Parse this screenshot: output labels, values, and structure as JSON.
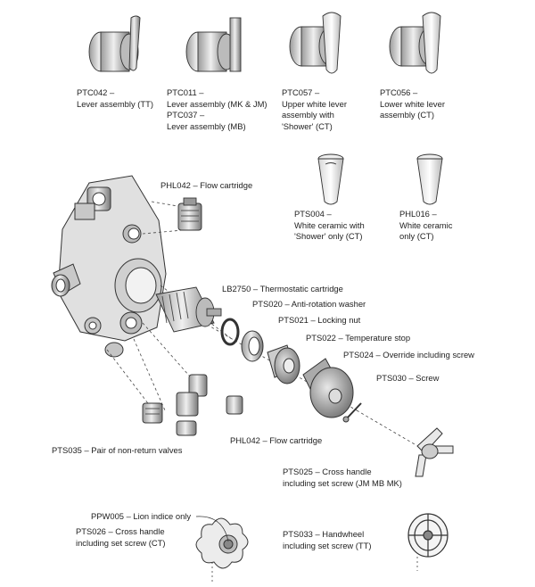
{
  "labels": {
    "ptc042": "PTC042 –\nLever assembly (TT)",
    "ptc011": "PTC011 –\nLever assembly (MK & JM)\nPTC037 –\nLever assembly (MB)",
    "ptc057": "PTC057 –\nUpper white lever\nassembly with\n'Shower' (CT)",
    "ptc056": "PTC056 –\nLower white lever\nassembly (CT)",
    "phl042_top": "PHL042 – Flow cartridge",
    "pts004": "PTS004 –\nWhite ceramic with\n'Shower' only (CT)",
    "phl016": "PHL016 –\nWhite ceramic\nonly (CT)",
    "lb2750": "LB2750 – Thermostatic cartridge",
    "pts020": "PTS020 – Anti-rotation washer",
    "pts021": "PTS021 – Locking nut",
    "pts022": "PTS022 – Temperature stop",
    "pts024": "PTS024 – Override including screw",
    "pts030": "PTS030 – Screw",
    "phl042_bottom": "PHL042 – Flow cartridge",
    "pts035": "PTS035 – Pair of non-return valves",
    "pts025": "PTS025 – Cross handle\nincluding set screw (JM MB MK)",
    "ppw005": "PPW005 – Lion indice only",
    "pts026": "PTS026 – Cross handle\nincluding set screw (CT)",
    "pts033": "PTS033 – Handwheel\nincluding set screw (TT)"
  }
}
